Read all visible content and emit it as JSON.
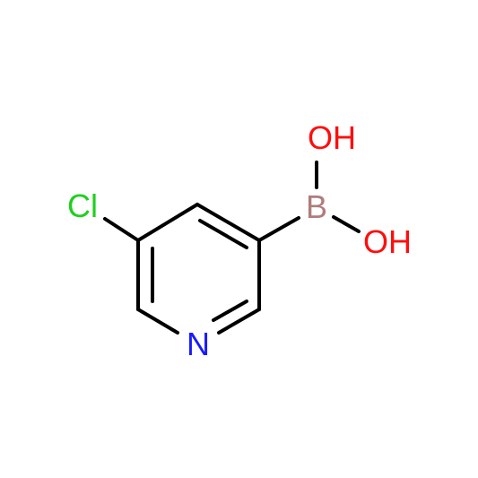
{
  "molecule": {
    "atoms": {
      "chlorine": "Cl",
      "nitrogen": "N",
      "boron": "B",
      "hydroxyl_top": "OH",
      "hydroxyl_right": "OH"
    }
  },
  "colors": {
    "bond": "#000000",
    "chlorine": "#1fcf1f",
    "nitrogen": "#1a1aff",
    "boron": "#b07c7c",
    "oxygen": "#ff0d0d"
  }
}
